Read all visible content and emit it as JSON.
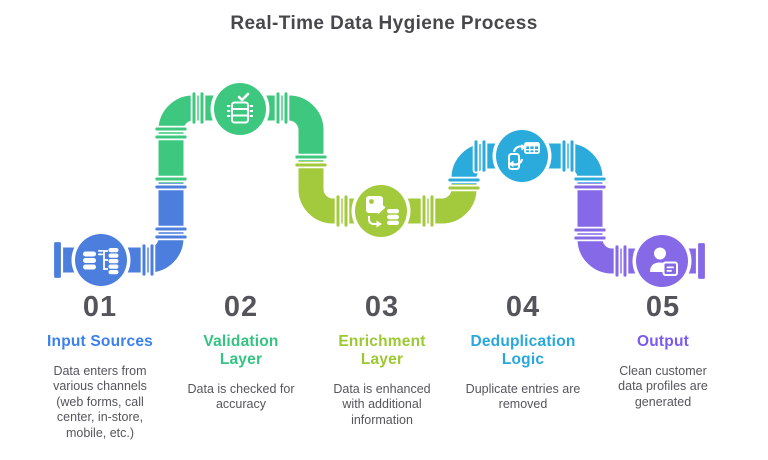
{
  "title": "Real-Time Data Hygiene Process",
  "colors": {
    "pipe_blue": "#4b7edd",
    "pipe_green": "#3ec87f",
    "pipe_olive": "#a2ca3c",
    "pipe_cyan": "#2aabdc",
    "pipe_purple": "#8669e6",
    "heading_blue": "#3b7ff0",
    "heading_green": "#33c482",
    "heading_olive": "#9cc832",
    "heading_cyan": "#29a7da",
    "heading_purple": "#7a5bf0",
    "title_text": "#48484c",
    "number_text": "#54555a",
    "description_text": "#55565c"
  },
  "steps": [
    {
      "number": "01",
      "heading": "Input Sources",
      "description": "Data enters from\nvarious channels\n(web forms, call\ncenter, in-store,\nmobile, etc.)",
      "color": "#4b7edd",
      "icon": "database-sources-icon"
    },
    {
      "number": "02",
      "heading": "Validation\nLayer",
      "description": "Data is checked for\naccuracy",
      "color": "#3ec87f",
      "icon": "server-check-icon"
    },
    {
      "number": "03",
      "heading": "Enrichment\nLayer",
      "description": "Data is enhanced\nwith additional\ninformation",
      "color": "#a2ca3c",
      "icon": "document-enrich-icon"
    },
    {
      "number": "04",
      "heading": "Deduplication\nLogic",
      "description": "Duplicate entries are\nremoved",
      "color": "#2aabdc",
      "icon": "device-sync-icon"
    },
    {
      "number": "05",
      "heading": "Output",
      "description": "Clean customer\ndata profiles are\ngenerated",
      "color": "#8669e6",
      "icon": "profile-card-icon"
    }
  ]
}
